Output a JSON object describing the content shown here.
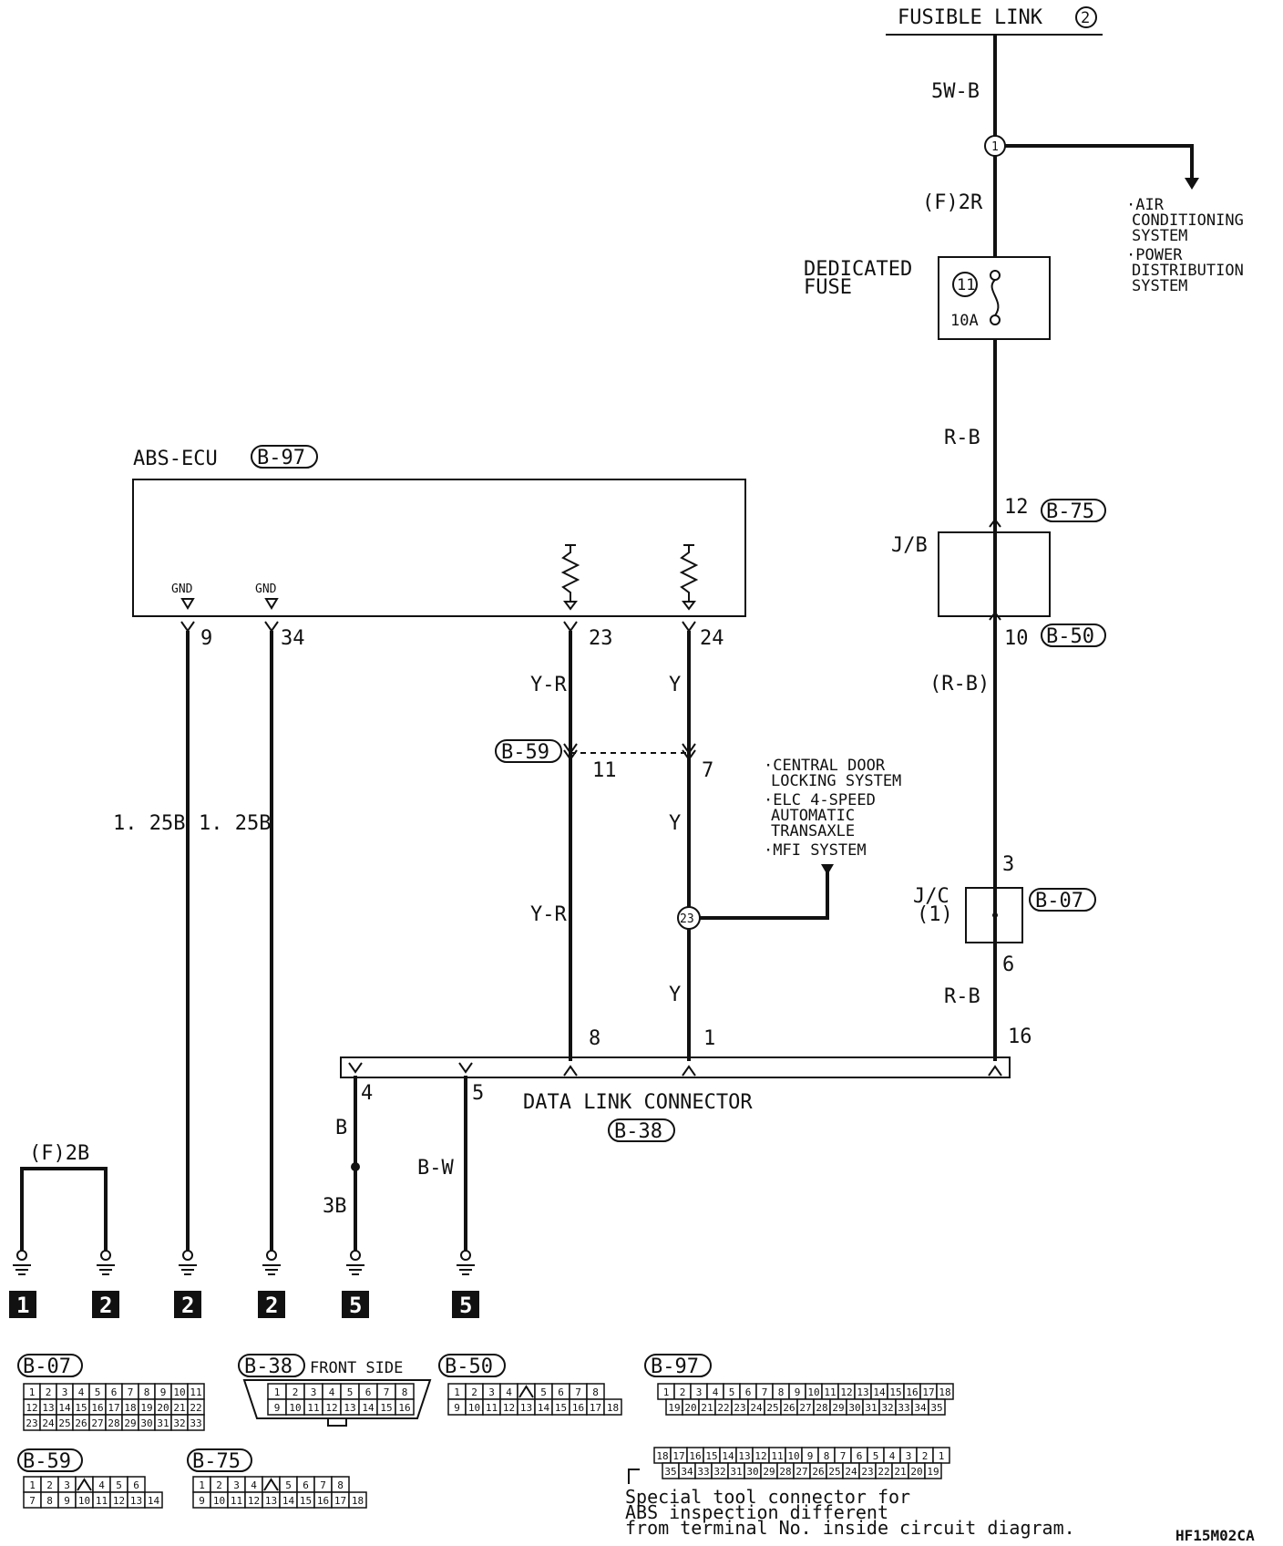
{
  "top": {
    "fusible_link": "FUSIBLE LINK",
    "fusible_num": "2",
    "wire_5wb": "5W-B",
    "junction1": "1"
  },
  "ac_branch": {
    "item1": "AIR",
    "item1b": "CONDITIONING",
    "item1c": "SYSTEM",
    "item2": "POWER",
    "item2b": "DISTRIBUTION",
    "item2c": "SYSTEM"
  },
  "fuse": {
    "wire_above": "(F)2R",
    "label1": "DEDICATED",
    "label2": "FUSE",
    "num": "11",
    "rating": "10A",
    "wire_below": "R-B"
  },
  "jb": {
    "label": "J/B",
    "pin_top": "12",
    "conn_top": "B-75",
    "pin_bottom": "10",
    "conn_bottom": "B-50",
    "wire_below": "(R-B)"
  },
  "jc": {
    "label1": "J/C",
    "label2": "(1)",
    "pin_top": "3",
    "conn": "B-07",
    "pin_bottom": "6",
    "wire_below": "R-B",
    "dlc_pin": "16"
  },
  "ecu": {
    "title": "ABS-ECU",
    "conn": "B-97",
    "gnd1": "GND",
    "gnd2": "GND",
    "pin_9": "9",
    "pin_34": "34",
    "pin_23": "23",
    "pin_24": "24",
    "wire_9": "1. 25B",
    "wire_34": "1. 25B",
    "wire_23a": "Y-R",
    "wire_24a": "Y"
  },
  "b59": {
    "conn": "B-59",
    "pin_11": "11",
    "pin_7": "7",
    "wire_y": "Y",
    "wire_yr": "Y-R",
    "wire_y2": "Y",
    "junction": "23"
  },
  "branch_systems": {
    "l1": "CENTRAL DOOR",
    "l2": "LOCKING SYSTEM",
    "l3": "ELC 4-SPEED",
    "l4": "AUTOMATIC",
    "l5": "TRANSAXLE",
    "l6": "MFI SYSTEM"
  },
  "dlc": {
    "title": "DATA LINK CONNECTOR",
    "conn": "B-38",
    "pin_8": "8",
    "pin_1": "1",
    "pin_4": "4",
    "pin_5": "5",
    "wire_b": "B",
    "wire_3b": "3B",
    "wire_bw": "B-W"
  },
  "grounds": {
    "strap": "(F)2B",
    "g1": "1",
    "g2": "2",
    "g3": "2",
    "g4": "2",
    "g5": "5",
    "g6": "5"
  },
  "connectors": {
    "b07": "B-07",
    "b38": "B-38",
    "b38_side": "FRONT SIDE",
    "b50": "B-50",
    "b97": "B-97",
    "b59": "B-59",
    "b75": "B-75",
    "b07_rows": [
      [
        "1",
        "2",
        "3",
        "4",
        "5",
        "6",
        "7",
        "8",
        "9",
        "10",
        "11"
      ],
      [
        "12",
        "13",
        "14",
        "15",
        "16",
        "17",
        "18",
        "19",
        "20",
        "21",
        "22"
      ],
      [
        "23",
        "24",
        "25",
        "26",
        "27",
        "28",
        "29",
        "30",
        "31",
        "32",
        "33"
      ]
    ],
    "b38_rows": [
      [
        "1",
        "2",
        "3",
        "4",
        "5",
        "6",
        "7",
        "8"
      ],
      [
        "9",
        "10",
        "11",
        "12",
        "13",
        "14",
        "15",
        "16"
      ]
    ],
    "b50_rows": [
      [
        "1",
        "2",
        "3",
        "4",
        "",
        "5",
        "6",
        "7",
        "8"
      ],
      [
        "9",
        "10",
        "11",
        "12",
        "13",
        "14",
        "15",
        "16",
        "17",
        "18"
      ]
    ],
    "b97_rows": [
      [
        "1",
        "2",
        "3",
        "4",
        "5",
        "6",
        "7",
        "8",
        "9",
        "10",
        "11",
        "12",
        "13",
        "14",
        "15",
        "16",
        "17",
        "18"
      ],
      [
        "19",
        "20",
        "21",
        "22",
        "23",
        "24",
        "25",
        "26",
        "27",
        "28",
        "29",
        "30",
        "31",
        "32",
        "33",
        "34",
        "35"
      ]
    ],
    "b97_special_rows": [
      [
        "18",
        "17",
        "16",
        "15",
        "14",
        "13",
        "12",
        "11",
        "10",
        "9",
        "8",
        "7",
        "6",
        "5",
        "4",
        "3",
        "2",
        "1"
      ],
      [
        "35",
        "34",
        "33",
        "32",
        "31",
        "30",
        "29",
        "28",
        "27",
        "26",
        "25",
        "24",
        "23",
        "22",
        "21",
        "20",
        "19"
      ]
    ],
    "b59_rows": [
      [
        "1",
        "2",
        "3",
        "",
        "4",
        "5",
        "6"
      ],
      [
        "7",
        "8",
        "9",
        "10",
        "11",
        "12",
        "13",
        "14"
      ]
    ],
    "b75_rows": [
      [
        "1",
        "2",
        "3",
        "4",
        "",
        "5",
        "6",
        "7",
        "8"
      ],
      [
        "9",
        "10",
        "11",
        "12",
        "13",
        "14",
        "15",
        "16",
        "17",
        "18"
      ]
    ]
  },
  "note": {
    "l1": "Special tool connector for",
    "l2": "ABS inspection different",
    "l3": "from terminal No. inside circuit diagram."
  },
  "code": "HF15M02CA"
}
